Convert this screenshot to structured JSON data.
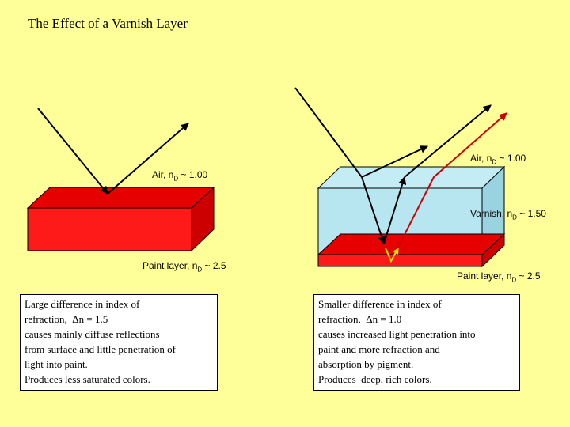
{
  "title": "The Effect of a Varnish Layer",
  "left_panel": {
    "air_label": {
      "prefix": "Air,  n",
      "sub": "D",
      "suffix": " ~ 1.00"
    },
    "paint_label": {
      "prefix": "Paint layer,  n",
      "sub": "D",
      "suffix": " ~ 2.5"
    },
    "caption_lines": [
      "Large difference in index of",
      "refraction,  Δn = 1.5",
      "causes mainly diffuse reflections",
      "from surface and little penetration of",
      "light into paint.",
      "Produces less saturated colors."
    ]
  },
  "right_panel": {
    "air_label": {
      "prefix": "Air,  n",
      "sub": "D",
      "suffix": " ~ 1.00"
    },
    "varnish_label": {
      "prefix": "Varnish,  n",
      "sub": "D",
      "suffix": " ~ 1.50"
    },
    "paint_label": {
      "prefix": "Paint layer,  n",
      "sub": "D",
      "suffix": " ~ 2.5"
    },
    "caption_lines": [
      "Smaller difference in index of",
      "refraction,  Δn = 1.0",
      "causes increased light penetration into",
      "paint and more refraction and",
      "absorption by pigment.",
      "Produces  deep, rich colors."
    ]
  },
  "colors": {
    "background": "#ffff99",
    "paint_front": "#ff1a1a",
    "paint_top": "#e60000",
    "paint_side": "#cc0000",
    "varnish": "#b3e6f0",
    "red_ray": "#cc0000",
    "yellow_ray": "#e6e600"
  }
}
